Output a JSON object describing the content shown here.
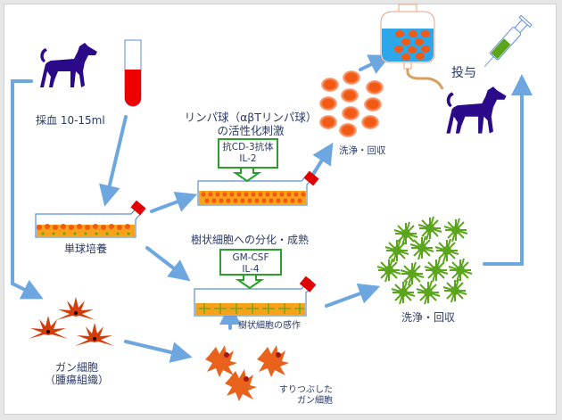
{
  "labels": {
    "blood_draw": "採血 10-15ml",
    "monocyte_culture": "単球培養",
    "cancer_cells_line1": "ガン細胞",
    "cancer_cells_line2": "（腫瘍組織）",
    "lymph_title_line1": "リンパ球（αβTリンパ球）",
    "lymph_title_line2": "の活性化刺激",
    "lymph_reagents_line1": "抗CD-3抗体",
    "lymph_reagents_line2": "IL-2",
    "wash_collect_lymph": "洗浄・回収",
    "administer": "投与",
    "dc_title": "樹状細胞への分化・成熟",
    "dc_reagents_line1": "GM-CSF",
    "dc_reagents_line2": "IL-4",
    "dc_sensitization": "樹状細胞の感作",
    "crushed_cancer_line1": "すりつぶした",
    "crushed_cancer_line2": "ガン細胞",
    "wash_collect_dc": "洗浄・回収"
  },
  "colors": {
    "dog": "#2b0a8a",
    "blood": "#ee0000",
    "arrow": "#6ea6e0",
    "flask_outline": "#5b8fd6",
    "medium": "#f7a21b",
    "lymphocyte": "#f25a14",
    "cap": "#e00000",
    "reagent_box": "#2aa02a",
    "dendritic": "#5aa51c",
    "iv_liquid": "#2ea6ea",
    "cancer": "#d23c0a",
    "text": "#2a3a66"
  }
}
